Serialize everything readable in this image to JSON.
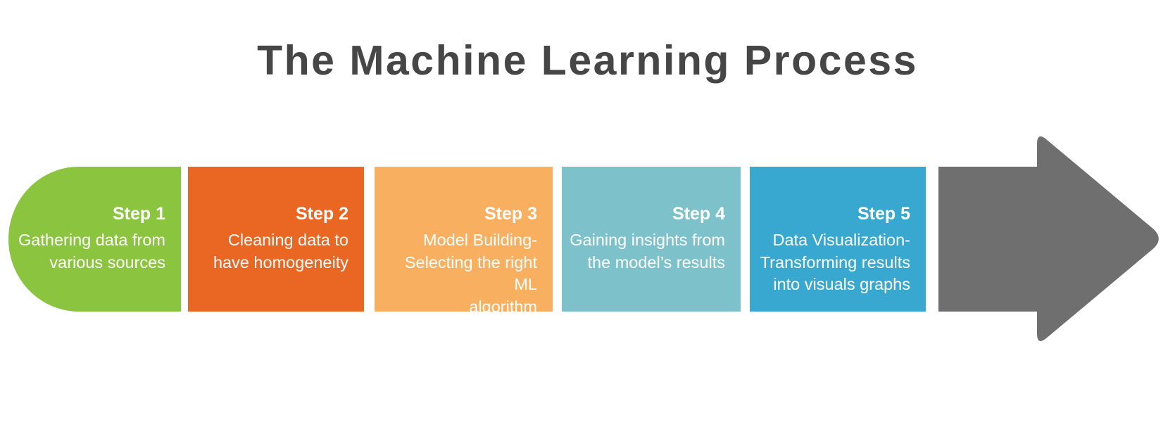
{
  "title": "The Machine Learning Process",
  "title_color": "#464646",
  "steps": [
    {
      "label": "Step 1",
      "description": "Gathering data from\nvarious sources",
      "color": "#8BC53F"
    },
    {
      "label": "Step 2",
      "description": "Cleaning data to\nhave homogeneity",
      "color": "#EA6623"
    },
    {
      "label": "Step 3",
      "description": "Model Building-\nSelecting the right ML\nalgorithm",
      "color": "#F9AF60"
    },
    {
      "label": "Step 4",
      "description": "Gaining insights from\nthe model’s results",
      "color": "#7DC2CB"
    },
    {
      "label": "Step 5",
      "description": "Data Visualization-\nTransforming results\ninto visuals graphs",
      "color": "#39A8D0"
    }
  ],
  "arrow": {
    "name": "right-arrow",
    "color": "#6F6F6F"
  }
}
